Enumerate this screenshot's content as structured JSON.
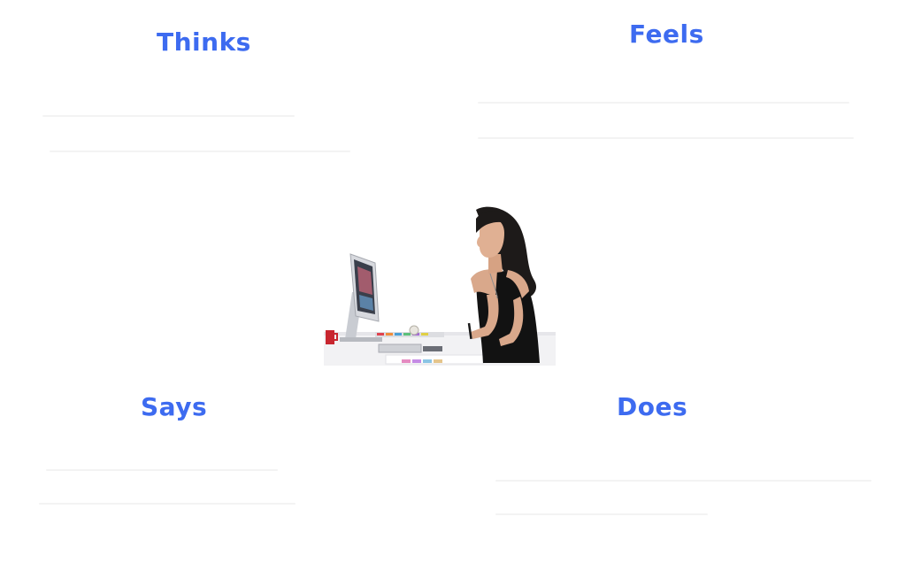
{
  "map": {
    "thinks_title": "Thinks",
    "feels_title": "Feels",
    "says_title": "Says",
    "does_title": "Does"
  },
  "colors": {
    "accent": "#3d6bf0",
    "background": "#ffffff"
  },
  "illustration": {
    "icon": "woman-at-computer-icon"
  }
}
